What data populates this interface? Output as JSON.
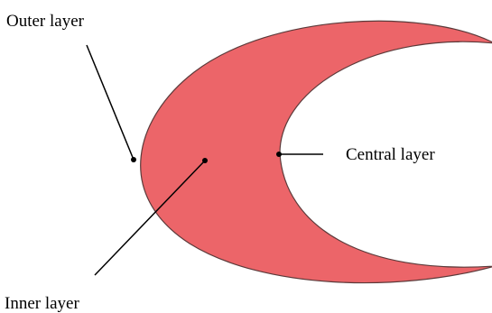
{
  "labels": {
    "outer": "Outer layer",
    "inner": "Inner layer",
    "central": "Central layer"
  },
  "colors": {
    "shape_fill": "#ec6569",
    "shape_stroke": "#5b3a3a",
    "line": "#000000"
  }
}
